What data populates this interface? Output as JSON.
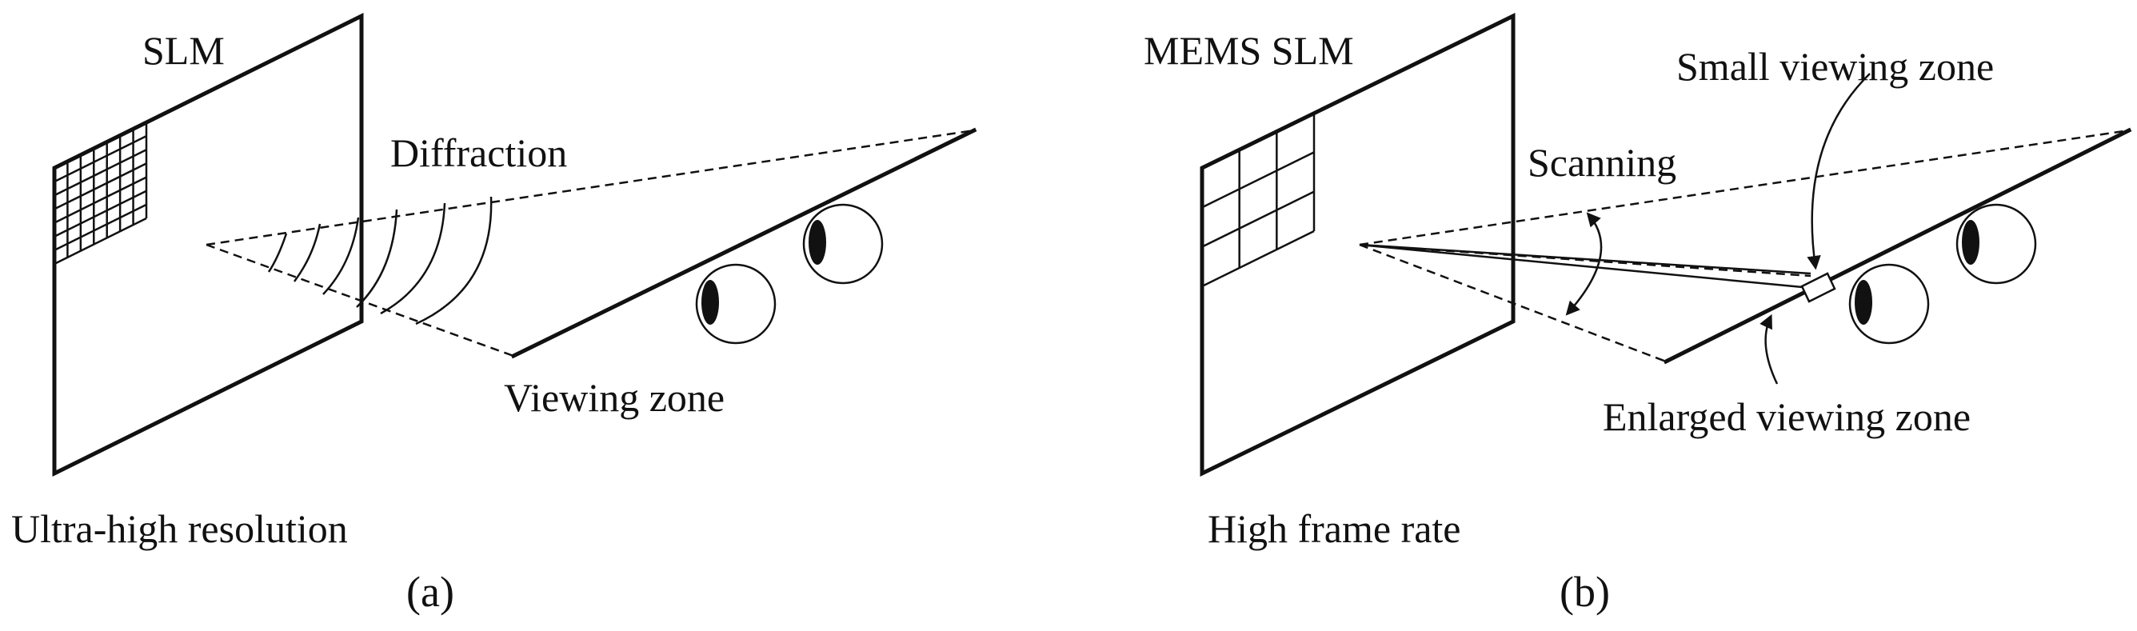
{
  "panel_a": {
    "slm_label": "SLM",
    "diffraction_label": "Diffraction",
    "viewing_zone_label": "Viewing zone",
    "resolution_label": "Ultra-high resolution",
    "caption": "(a)"
  },
  "panel_b": {
    "slm_label": "MEMS SLM",
    "scanning_label": "Scanning",
    "small_zone_label": "Small viewing zone",
    "enlarged_zone_label": "Enlarged viewing zone",
    "frame_rate_label": "High frame rate",
    "caption": "(b)"
  }
}
